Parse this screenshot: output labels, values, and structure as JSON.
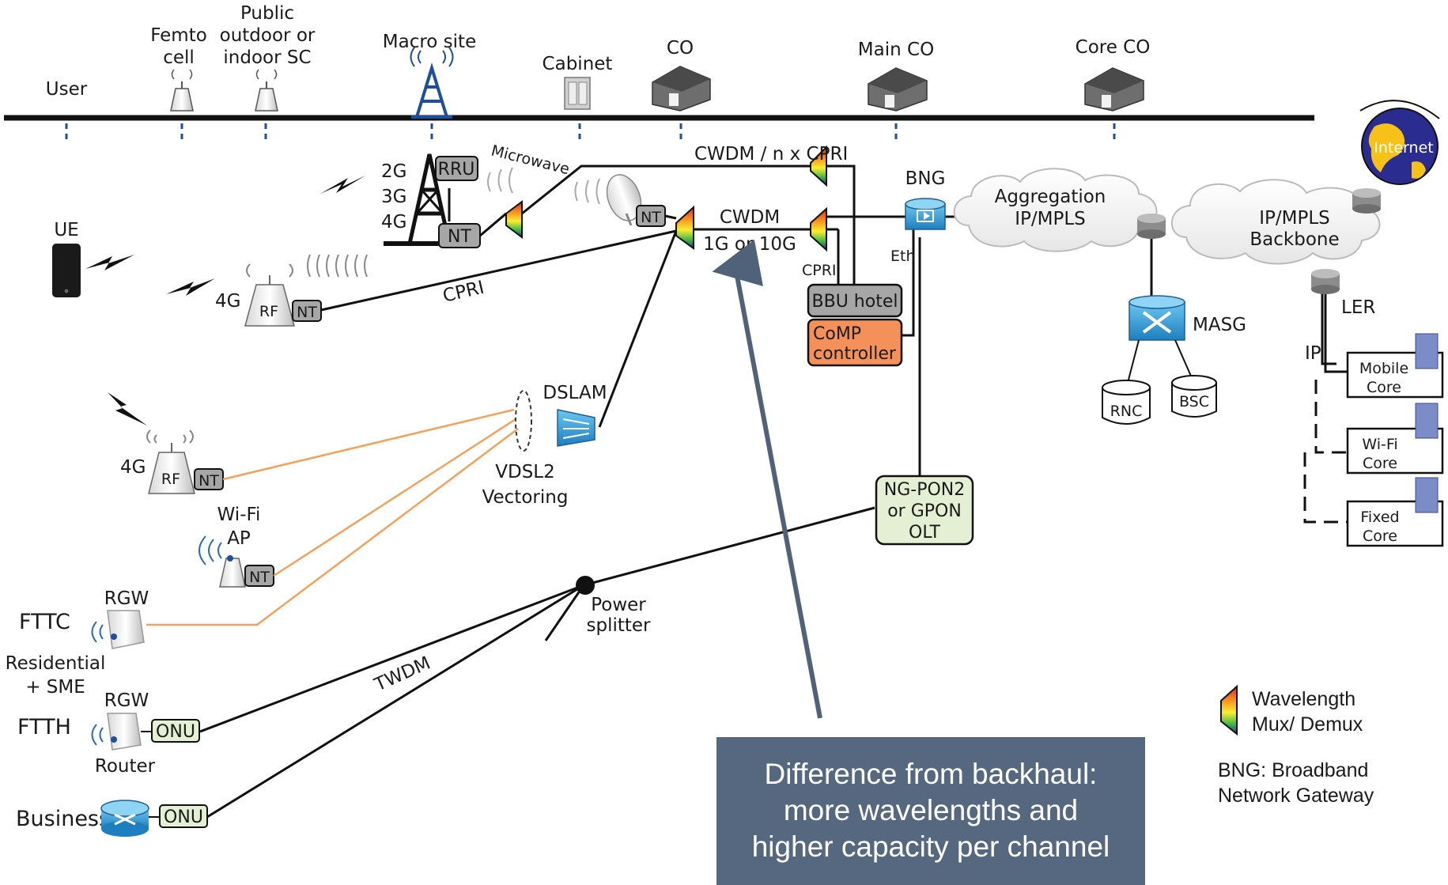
{
  "timeline": {
    "locations": [
      {
        "id": "user",
        "label": [
          "User"
        ]
      },
      {
        "id": "femto",
        "label": [
          "Femto",
          "cell"
        ]
      },
      {
        "id": "public-sc",
        "label": [
          "Public",
          "outdoor or",
          "indoor SC"
        ]
      },
      {
        "id": "macro",
        "label": [
          "Macro site"
        ]
      },
      {
        "id": "cabinet",
        "label": [
          "Cabinet"
        ]
      },
      {
        "id": "co",
        "label": [
          "CO"
        ]
      },
      {
        "id": "main-co",
        "label": [
          "Main CO"
        ]
      },
      {
        "id": "core-co",
        "label": [
          "Core CO"
        ]
      }
    ]
  },
  "labels": {
    "ue": "UE",
    "g2": "2G",
    "g3": "3G",
    "g4": "4G",
    "microwave": "Microwave",
    "rru": "RRU",
    "nt": "NT",
    "rf": "RF",
    "cwdm_ncpri": "CWDM / n x CPRI",
    "cwdm": "CWDM",
    "speed": "1G or 10G",
    "cpri": "CPRI",
    "cpri_bbu": "CPRI",
    "bng": "BNG",
    "eth": "Eth",
    "bbu_hotel": "BBU hotel",
    "comp_controller": [
      "CoMP",
      "controller"
    ],
    "aggregation": [
      "Aggregation",
      "IP/MPLS"
    ],
    "backbone": [
      "IP/MPLS",
      "Backbone"
    ],
    "internet": "Internet",
    "masg": "MASG",
    "rnc": "RNC",
    "bsc": "BSC",
    "ler": "LER",
    "ip": "IP",
    "mobile_core": [
      "Mobile",
      "Core"
    ],
    "wifi_core": [
      "Wi-Fi",
      "Core"
    ],
    "fixed_core": [
      "Fixed",
      "Core"
    ],
    "dslam": "DSLAM",
    "vdsl2": [
      "VDSL2",
      "Vectoring"
    ],
    "wifi_ap": [
      "Wi-Fi",
      "AP"
    ],
    "olt": [
      "NG-PON2",
      "or GPON",
      "OLT"
    ],
    "power_splitter": [
      "Power",
      "splitter"
    ],
    "twdm": "TWDM",
    "rgw": "RGW",
    "fttc": "FTTC",
    "residential": [
      "Residential",
      "+ SME"
    ],
    "ftth": "FTTH",
    "router": "Router",
    "onu": "ONU",
    "business": "Business"
  },
  "legend": {
    "wavelength": [
      "Wavelength",
      "Mux/ Demux"
    ],
    "bng_note": [
      "BNG: Broadband",
      "Network Gateway"
    ]
  },
  "callout": {
    "lines": [
      "Difference from backhaul:",
      "more wavelengths and",
      "higher capacity per channel"
    ]
  },
  "colors": {
    "line": "#111111",
    "copper": "#f4a15a",
    "callout_bg": "#56687f",
    "arrow": "#4f6279",
    "bbu_fill": "#a6a6a6",
    "comp_fill": "#f4915a",
    "olt_fill": "#e3f0d3",
    "router_blue": "#2b9ad6",
    "grey_router": "#8c8c8c"
  }
}
